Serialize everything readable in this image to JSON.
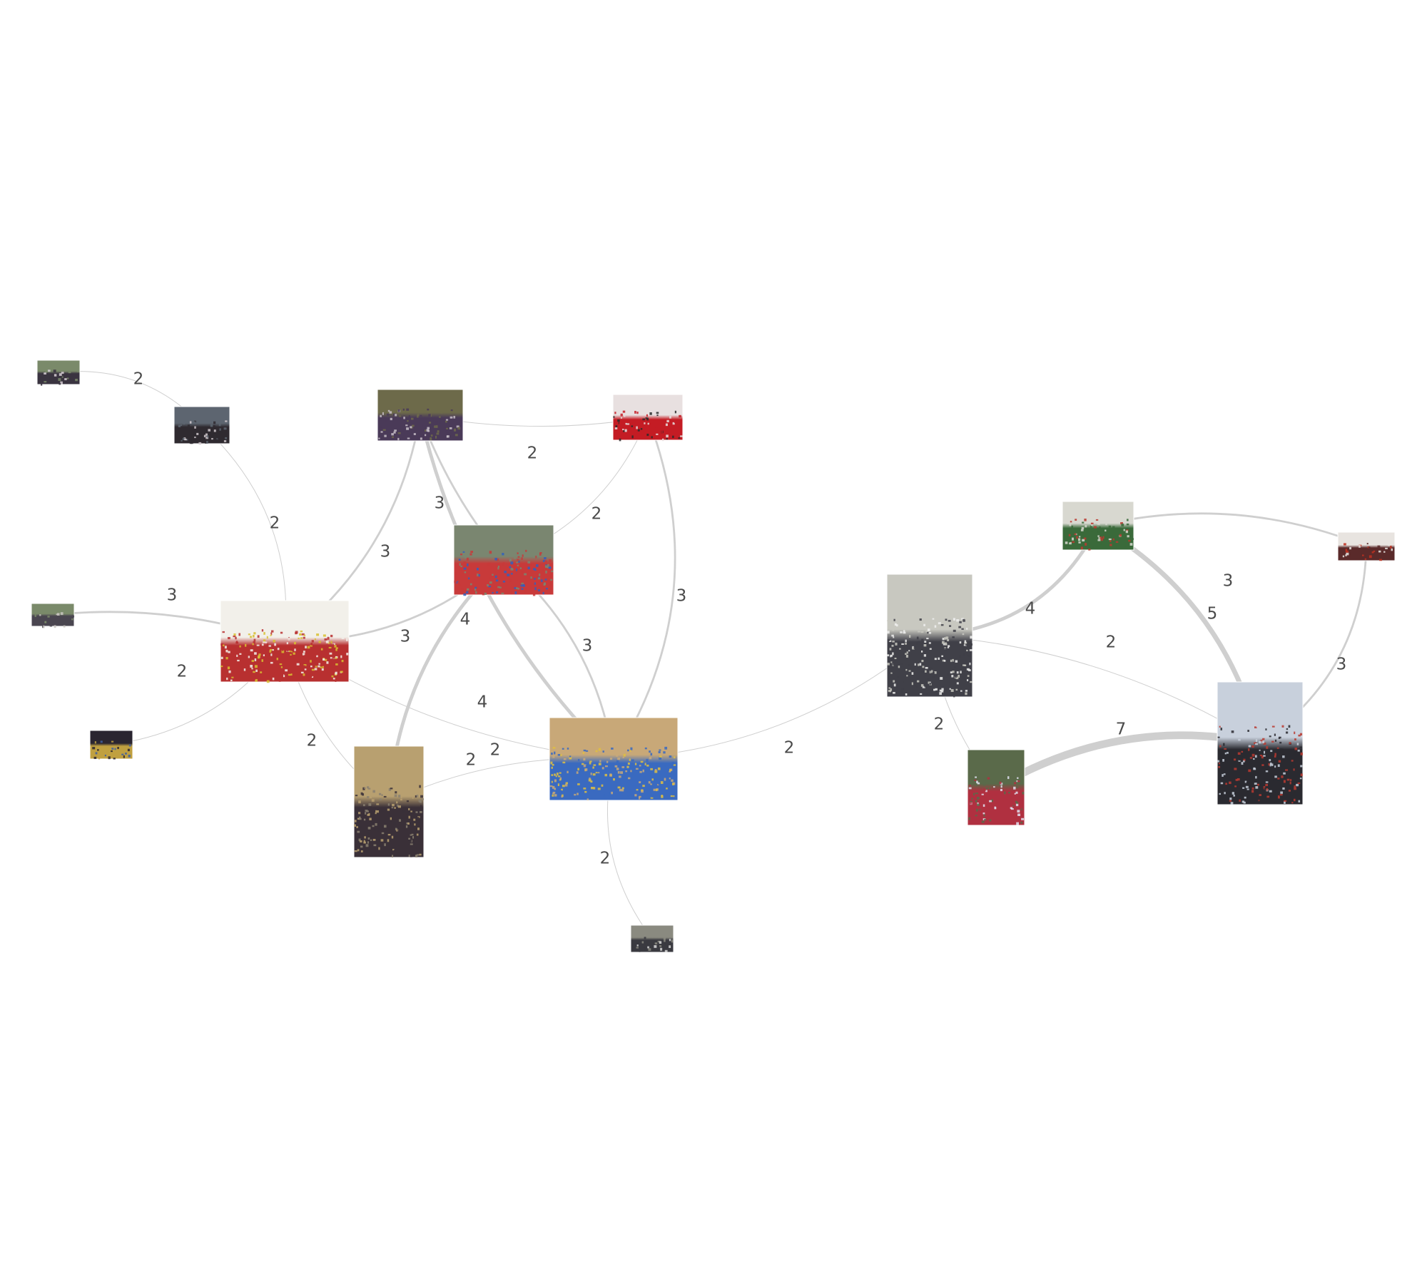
{
  "diagram": {
    "type": "network",
    "colors": {
      "edge": "#cfcfcf",
      "label": "#4a4a4a",
      "background": "#ffffff"
    },
    "nodes": [
      {
        "id": "n1",
        "name": "photo-crowd-aerial-small",
        "tone": [
          "#7a8a6a",
          "#3a3440",
          "#d8d0d6"
        ]
      },
      {
        "id": "n2",
        "name": "photo-crowd-dense",
        "tone": [
          "#5d6570",
          "#2f2a30",
          "#d0c8cc"
        ]
      },
      {
        "id": "n3",
        "name": "photo-crowd-plaza",
        "tone": [
          "#6d6a4a",
          "#4a3a58",
          "#c8c0c8"
        ]
      },
      {
        "id": "n4",
        "name": "photo-protest-signs",
        "tone": [
          "#e8e0e0",
          "#c41c24",
          "#2a2a2a"
        ]
      },
      {
        "id": "n5",
        "name": "photo-brandenburg-gate",
        "tone": [
          "#7a8670",
          "#c83a3a",
          "#3060c0"
        ]
      },
      {
        "id": "n6",
        "name": "photo-crowd-square",
        "tone": [
          "#7a8a6a",
          "#4a4650",
          "#c8c4c0"
        ]
      },
      {
        "id": "n7",
        "name": "photo-iraqi-children-banner",
        "tone": [
          "#f2f0ea",
          "#b83030",
          "#d8c030"
        ]
      },
      {
        "id": "n8",
        "name": "photo-night-crowd",
        "tone": [
          "#2a2530",
          "#c0a040",
          "#4060a0"
        ]
      },
      {
        "id": "n9",
        "name": "photo-big-ben-march",
        "tone": [
          "#b8a070",
          "#3a3038",
          "#8a8070"
        ]
      },
      {
        "id": "n10",
        "name": "photo-colosseum-rally",
        "tone": [
          "#c8a878",
          "#3a6ac0",
          "#e0c040"
        ]
      },
      {
        "id": "n11",
        "name": "photo-street-crowd",
        "tone": [
          "#8a8a80",
          "#3a3a40",
          "#d8d8d8"
        ]
      },
      {
        "id": "n12",
        "name": "photo-tree-lined-march",
        "tone": [
          "#c8c8c0",
          "#404048",
          "#f0f0ee"
        ]
      },
      {
        "id": "n13",
        "name": "photo-crowd-flags",
        "tone": [
          "#5a6a4a",
          "#b03040",
          "#e0e0f0"
        ]
      },
      {
        "id": "n14",
        "name": "photo-protester-placard",
        "tone": [
          "#d8d8d0",
          "#3a6a3a",
          "#b83a30"
        ]
      },
      {
        "id": "n15",
        "name": "photo-rally-banners",
        "tone": [
          "#e8e4e0",
          "#5a2a2a",
          "#c03020"
        ]
      },
      {
        "id": "n16",
        "name": "photo-city-hall-rally",
        "tone": [
          "#c8d0dc",
          "#2a2a30",
          "#b83a30"
        ]
      }
    ],
    "edges": [
      {
        "from": "n1",
        "to": "n2",
        "weight": "2"
      },
      {
        "from": "n2",
        "to": "n7",
        "weight": "2"
      },
      {
        "from": "n3",
        "to": "n4",
        "weight": "2"
      },
      {
        "from": "n3",
        "to": "n7",
        "weight": "3"
      },
      {
        "from": "n3",
        "to": "n5",
        "weight": "3"
      },
      {
        "from": "n3",
        "to": "n10",
        "weight": "4"
      },
      {
        "from": "n4",
        "to": "n5",
        "weight": "2"
      },
      {
        "from": "n4",
        "to": "n10",
        "weight": "3"
      },
      {
        "from": "n6",
        "to": "n7",
        "weight": "3"
      },
      {
        "from": "n7",
        "to": "n5",
        "weight": "3"
      },
      {
        "from": "n7",
        "to": "n8",
        "weight": "2"
      },
      {
        "from": "n7",
        "to": "n9",
        "weight": "2"
      },
      {
        "from": "n7",
        "to": "n10",
        "weight": "2"
      },
      {
        "from": "n5",
        "to": "n10",
        "weight": "3"
      },
      {
        "from": "n5",
        "to": "n9",
        "weight": "4"
      },
      {
        "from": "n9",
        "to": "n10",
        "weight": "2"
      },
      {
        "from": "n10",
        "to": "n11",
        "weight": "2"
      },
      {
        "from": "n10",
        "to": "n12",
        "weight": "2"
      },
      {
        "from": "n12",
        "to": "n14",
        "weight": "4"
      },
      {
        "from": "n12",
        "to": "n16",
        "weight": "2"
      },
      {
        "from": "n12",
        "to": "n13",
        "weight": "2"
      },
      {
        "from": "n14",
        "to": "n15",
        "weight": "3"
      },
      {
        "from": "n14",
        "to": "n16",
        "weight": "5"
      },
      {
        "from": "n15",
        "to": "n16",
        "weight": "3"
      },
      {
        "from": "n13",
        "to": "n16",
        "weight": "7"
      }
    ]
  }
}
